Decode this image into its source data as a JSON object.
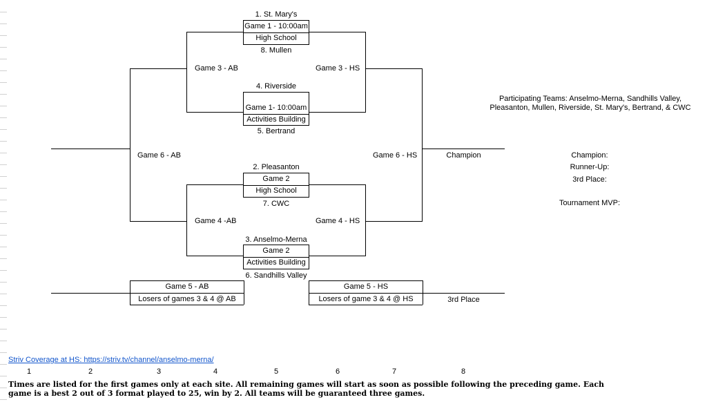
{
  "teams": {
    "s1": "1. St. Mary's",
    "s8": "8. Mullen",
    "s4": "4. Riverside",
    "s5": "5. Bertrand",
    "s2": "2. Pleasanton",
    "s7": "7. CWC",
    "s3": "3. Anselmo-Merna",
    "s6": "6. Sandhills Valley"
  },
  "games": {
    "g1hs_title": "Game 1 - 10:00am",
    "g1hs_site": "High School",
    "g1ab_title": "Game 1- 10:00am",
    "g1ab_site": "Activities Building",
    "g2hs_title": "Game 2",
    "g2hs_site": "High School",
    "g2ab_title": "Game 2",
    "g2ab_site": "Activities Building",
    "g3ab": "Game 3 - AB",
    "g3hs": "Game 3 - HS",
    "g4ab": "Game 4 -AB",
    "g4hs": "Game 4 - HS",
    "g6ab": "Game 6 - AB",
    "g6hs": "Game 6 - HS",
    "g5ab_title": "Game 5 - AB",
    "g5ab_desc": "Losers of games 3 & 4 @ AB",
    "g5hs_title": "Game 5 - HS",
    "g5hs_desc": "Losers of game 3 & 4 @ HS",
    "champion": "Champion",
    "third": "3rd Place"
  },
  "participants": {
    "line1": "Participating Teams: Anselmo-Merna, Sandhills Valley,",
    "line2": "Pleasanton, Mullen, Riverside, St. Mary's, Bertrand, & CWC"
  },
  "results": {
    "champion": "Champion:",
    "runner_up": "Runner-Up:",
    "third": "3rd Place:",
    "mvp": "Tournament MVP:"
  },
  "footer": {
    "link": "Striv Coverage at HS:  https://striv.tv/channel/anselmo-merna/",
    "columns": [
      "1",
      "2",
      "3",
      "4",
      "5",
      "6",
      "7",
      "8"
    ],
    "note": "Times are listed for the first games only at each site. All remaining games will start as soon as possible following the preceding game. Each game is a best 2 out of 3 format played to 25, win by 2.  All teams will be guaranteed three games."
  }
}
